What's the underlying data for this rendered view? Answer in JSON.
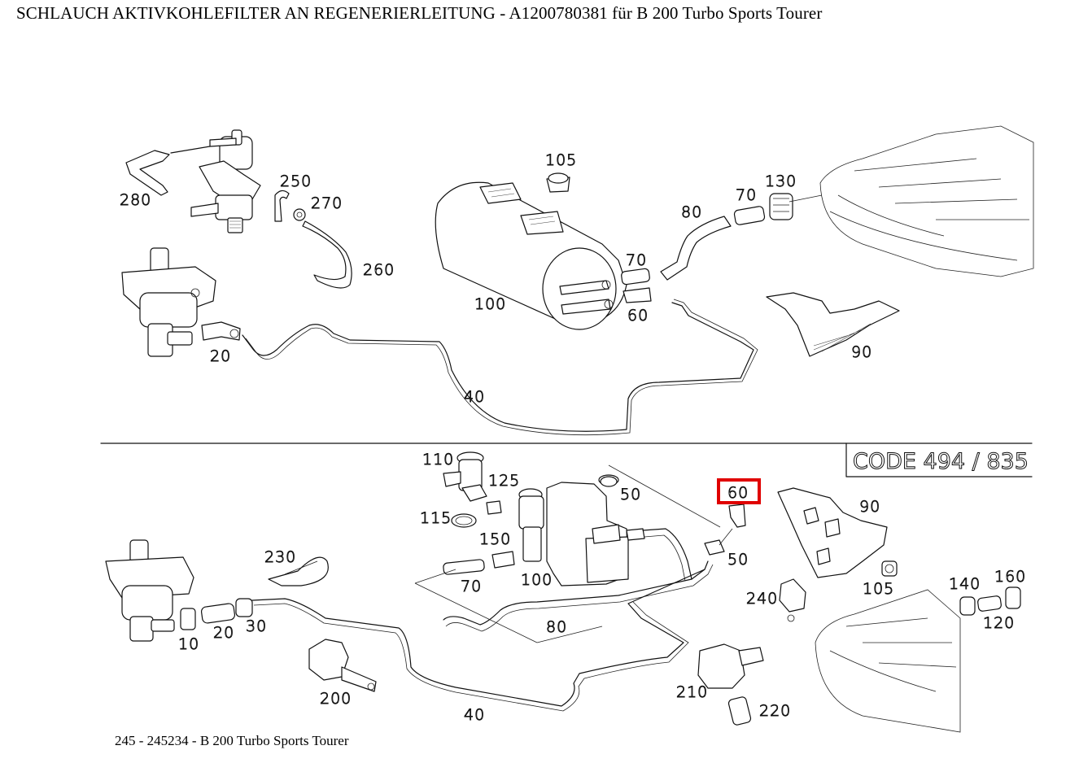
{
  "title": "SCHLAUCH AKTIVKOHLEFILTER AN REGENERIERLEITUNG - A1200780381 für B 200 Turbo Sports Tourer",
  "footer": "245 - 245234 - B 200 Turbo Sports Tourer",
  "code_box": "CODE 494 / 835",
  "highlight_color": "#e00000",
  "highlighted_callout": "60",
  "callouts_top": [
    "105",
    "250",
    "270",
    "280",
    "260",
    "130",
    "70",
    "80",
    "70",
    "100",
    "60",
    "20",
    "40",
    "90"
  ],
  "callouts_bottom": [
    "110",
    "125",
    "115",
    "150",
    "50",
    "60",
    "90",
    "230",
    "100",
    "70",
    "50",
    "105",
    "140",
    "160",
    "240",
    "120",
    "10",
    "20",
    "30",
    "80",
    "200",
    "210",
    "220",
    "40"
  ]
}
